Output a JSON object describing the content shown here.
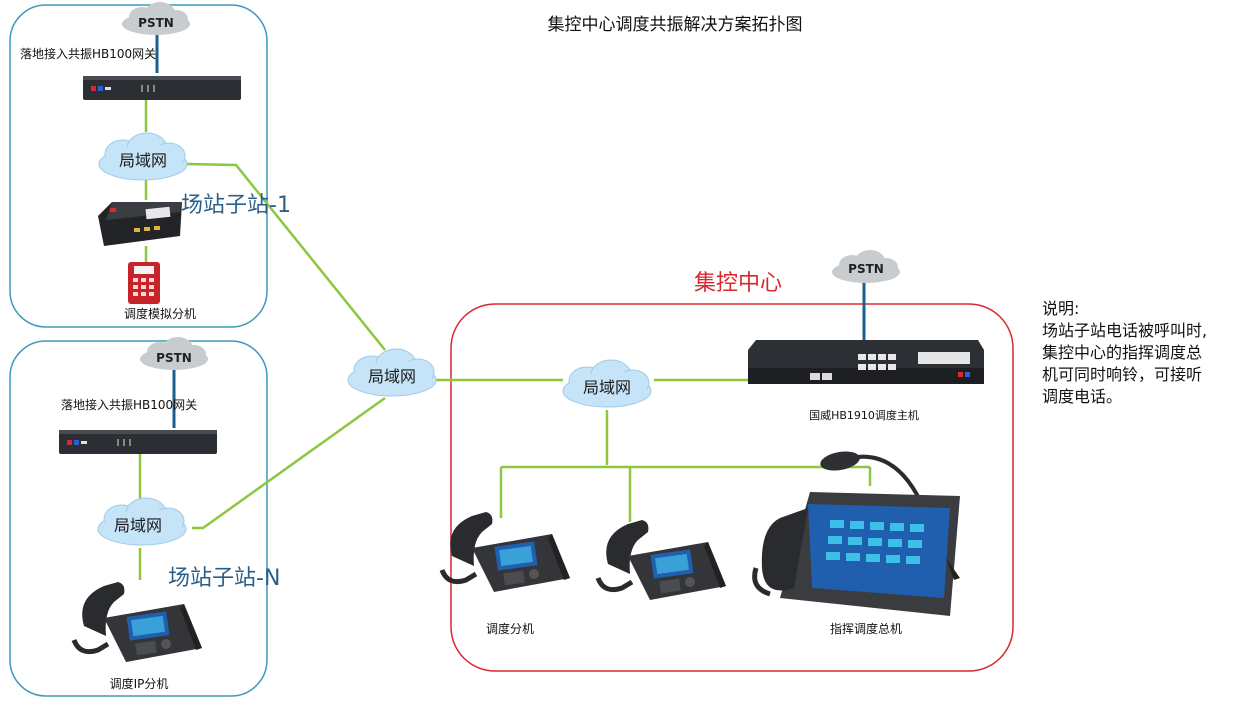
{
  "title": "集控中心调度共振解决方案拓扑图",
  "center": {
    "label": "集控中心"
  },
  "clouds": {
    "lan": "局域网",
    "pstn": "PSTN"
  },
  "sites": [
    {
      "label": "场站子站-1",
      "gateway_label": "落地接入共振HB100网关",
      "phone_label": "调度模拟分机"
    },
    {
      "label": "场站子站-N",
      "gateway_label": "落地接入共振HB100网关",
      "phone_label": "调度IP分机"
    }
  ],
  "devices": {
    "host_label": "国威HB1910调度主机",
    "ext_label": "调度分机",
    "console_label": "指挥调度总机"
  },
  "note": {
    "heading": "说明:",
    "lines": [
      "场站子站电话被呼叫时,",
      "集控中心的指挥调度总",
      "机可同时响铃，可接听",
      "调度电话。"
    ]
  },
  "colors": {
    "site_border": "#3d9ab8",
    "center_border": "#d9272e",
    "link": "#8dc63f",
    "pstn_link": "#1a5f8f",
    "cloud": "#c6e4f7"
  }
}
